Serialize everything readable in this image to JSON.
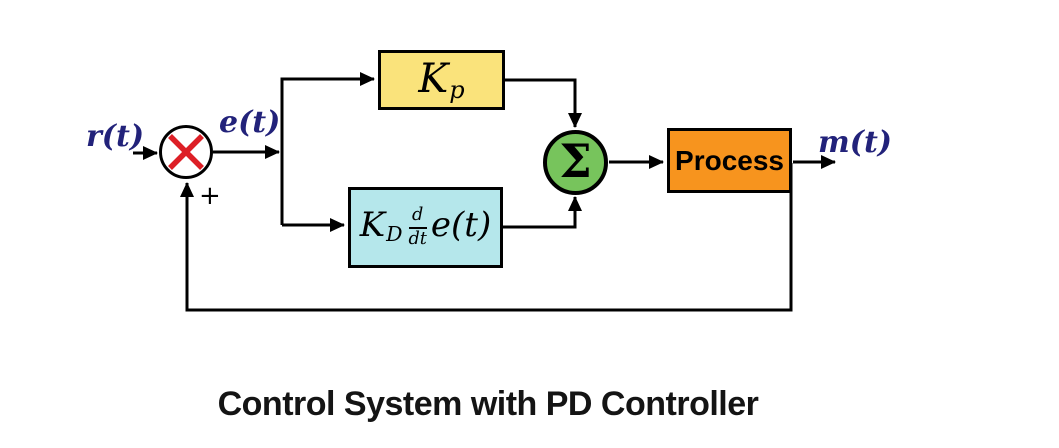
{
  "title": "Control System with PD Controller",
  "labels": {
    "input": "r(t)",
    "error": "e(t)",
    "output": "m(t)",
    "feedback_sign": "+",
    "sigma": "Σ",
    "process": "Process"
  },
  "blocks": {
    "kp": {
      "base": "K",
      "sub": "p"
    },
    "kd": {
      "base": "K",
      "sub": "D",
      "frac_num": "d",
      "frac_den": "dt",
      "arg": "e(t)"
    }
  },
  "colors": {
    "kp_fill": "#FAE37B",
    "kd_fill": "#B5E7EB",
    "sum_fill": "#77C45C",
    "process_fill": "#F7941E",
    "signal_label": "#22227A",
    "junction_x": "#DD1F26",
    "line": "#000000"
  }
}
